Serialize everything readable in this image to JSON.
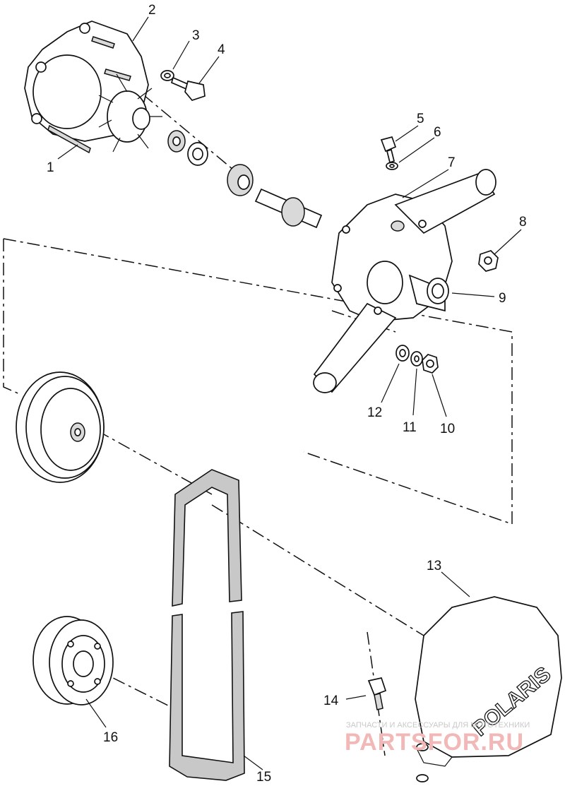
{
  "callouts": {
    "c1": "1",
    "c2": "2",
    "c3": "3",
    "c4": "4",
    "c5": "5",
    "c6": "6",
    "c7": "7",
    "c8": "8",
    "c9": "9",
    "c10": "10",
    "c11": "11",
    "c12": "12",
    "c13": "13",
    "c14": "14",
    "c15": "15",
    "c16": "16"
  },
  "logo_text": "POLARIS",
  "watermark": {
    "line1": "ЗАПЧАСТИ И АКСЕССУАРЫ ДЛЯ МОТОТЕХНИКИ",
    "line2": "PARTSFOR.RU"
  }
}
